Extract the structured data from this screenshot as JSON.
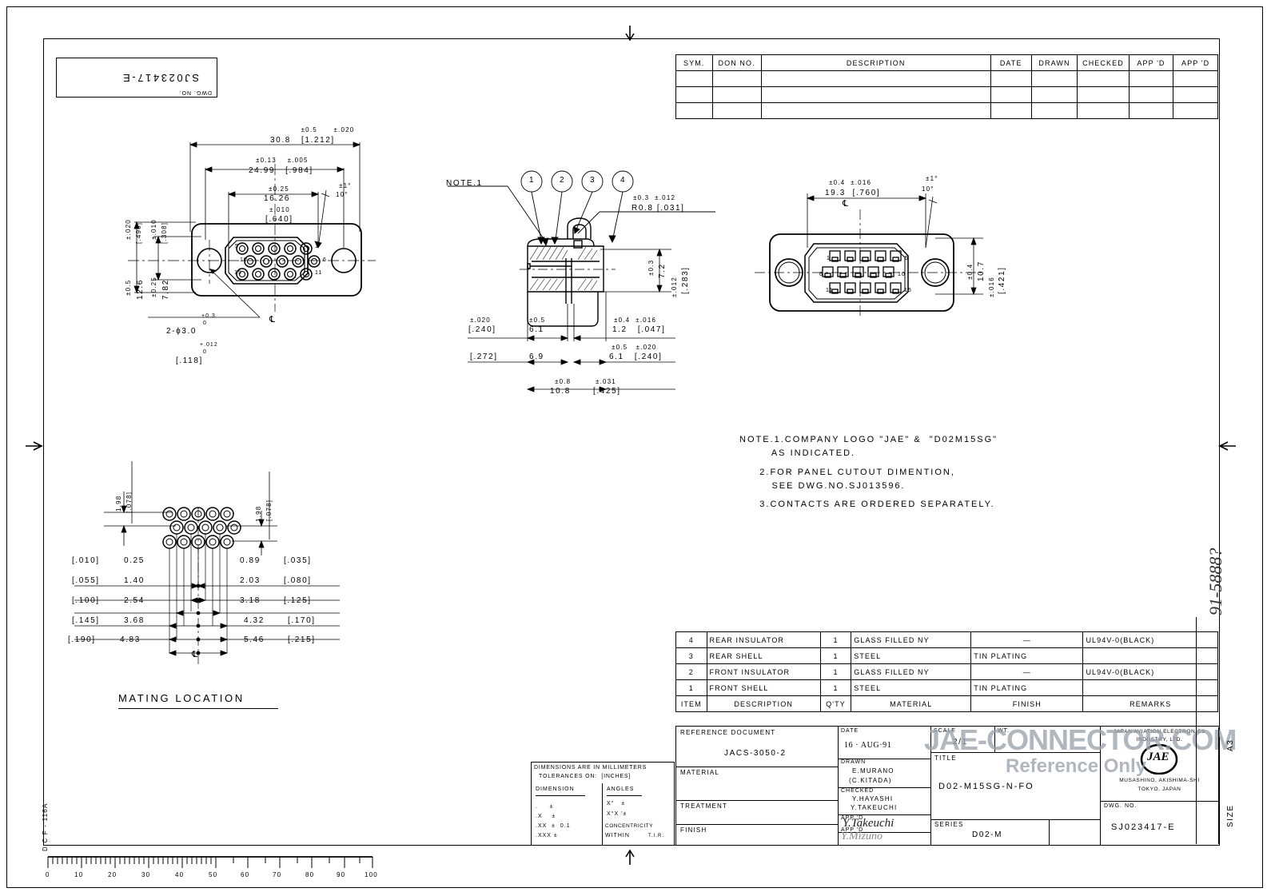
{
  "sheet": {
    "dwg_no_label": "DWG. NO.",
    "dwg_no_top": "SJ023417-E",
    "form_code": "D C F - 116A",
    "size_label": "SIZE",
    "size_value": "A3",
    "hand_note": "91-5888?"
  },
  "revision_table": {
    "headers": [
      "SYM.",
      "DON NO.",
      "DESCRIPTION",
      "DATE",
      "DRAWN",
      "CHECKED",
      "APP 'D",
      "APP 'D"
    ],
    "rows": [
      [
        "",
        "",
        "",
        "",
        "",
        "",
        "",
        ""
      ],
      [
        "",
        "",
        "",
        "",
        "",
        "",
        "",
        ""
      ],
      [
        "",
        "",
        "",
        "",
        "",
        "",
        "",
        ""
      ]
    ]
  },
  "front_view": {
    "dim_overall_tol": "±0.5      ±.020",
    "dim_overall": "30.8   [1.212]",
    "dim_mount_tol": "±0.13    ±.005",
    "dim_mount": "24.99   [.984]",
    "dim_inner_tol": "±0.25",
    "dim_inner": "16.26",
    "dim_inner_tol2": "±.010",
    "dim_inner_in": "[.640]",
    "angle_tol": "±1°",
    "angle": "10°",
    "dim_h1_tol": "±.020",
    "dim_h1_in": "[.496]",
    "dim_h1_tol2": "±0.5",
    "dim_h1": "12.6",
    "dim_h2_tol": "±.010",
    "dim_h2_in": "[.308]",
    "dim_h2_tol2": "±0.25",
    "dim_h2": "7.82",
    "hole_tol_up": "+0.3",
    "hole_tol_dn": "0",
    "hole_call": "2-ϕ3.0",
    "hole_tol_up_in": "+.012",
    "hole_tol_dn_in": "0",
    "hole_in": "[.118]",
    "centerline": "℄",
    "pin_numbers": [
      "5",
      "1",
      "10",
      "6",
      "15",
      "11"
    ]
  },
  "section_view": {
    "note_ref": "NOTE.1",
    "balloons": [
      "1",
      "2",
      "3",
      "4"
    ],
    "radius_tol": "±0.3  ±.012",
    "radius": "R0.8 [.031]",
    "dim_v_tol": "±0.3",
    "dim_v": "7.2",
    "dim_v_tol_in": "±.012",
    "dim_v_in": "[.283]",
    "d1_in_tol": "±.020",
    "d1_in": "[.240]",
    "d1_tol": "±0.5",
    "d1": "6.1",
    "d2_tol": "±0.4  ±.016",
    "d2": "1.2   [.047]",
    "d3_in": "[.272]",
    "d3": "6.9",
    "d4_tol": "±0.5   ±.020",
    "d4": "6.1   [.240]",
    "d5_tol": "±0.8",
    "d5": "10.8",
    "d5_tol_in": "±.031",
    "d5_in": "[.425]"
  },
  "rear_view": {
    "dim_w_tol": "±0.4  ±.016",
    "dim_w": "19.3  [.760]",
    "angle_tol": "±1°",
    "angle": "10°",
    "dim_h_tol": "±0.4",
    "dim_h": "10.7",
    "dim_h_tol_in": "±.016",
    "dim_h_in": "[.421]",
    "centerline": "℄",
    "pin_numbers": [
      "1",
      "5",
      "6",
      "10",
      "11",
      "15"
    ]
  },
  "mating_location": {
    "title": "MATING LOCATION",
    "pitch_tol_left": "1.98",
    "pitch_in_left": "[.078]",
    "pitch_tol_right": "1.98",
    "pitch_in_right": "[.078]",
    "centerline": "℄",
    "rows": [
      {
        "left_in": "[.010]",
        "left_mm": "0.25",
        "right_mm": "0.89",
        "right_in": "[.035]"
      },
      {
        "left_in": "[.055]",
        "left_mm": "1.40",
        "right_mm": "2.03",
        "right_in": "[.080]"
      },
      {
        "left_in": "[.100]",
        "left_mm": "2.54",
        "right_mm": "3.18",
        "right_in": "[.125]"
      },
      {
        "left_in": "[.145]",
        "left_mm": "3.68",
        "right_mm": "4.32",
        "right_in": "[.170]"
      },
      {
        "left_in": "[.190]",
        "left_mm": "4.83",
        "right_mm": "5.46",
        "right_in": "[.215]"
      }
    ]
  },
  "notes": {
    "lines": [
      "NOTE.1.COMPANY LOGO \"JAE\" &  \"D02M15SG\"",
      "        AS INDICATED.",
      "     2.FOR PANEL CUTOUT DIMENTION,",
      "        SEE DWG.NO.SJ013596.",
      "     3.CONTACTS ARE ORDERED SEPARATELY."
    ]
  },
  "bom": {
    "headers": [
      "ITEM",
      "DESCRIPTION",
      "Q'TY",
      "MATERIAL",
      "FINISH",
      "REMARKS"
    ],
    "rows": [
      {
        "item": "4",
        "description": "REAR INSULATOR",
        "qty": "1",
        "material": "GLASS FILLED NY",
        "finish": "—",
        "remarks": "UL94V-0(BLACK)"
      },
      {
        "item": "3",
        "description": "REAR SHELL",
        "qty": "1",
        "material": "STEEL",
        "finish": "TIN PLATING",
        "remarks": ""
      },
      {
        "item": "2",
        "description": "FRONT INSULATOR",
        "qty": "1",
        "material": "GLASS FILLED NY",
        "finish": "—",
        "remarks": "UL94V-0(BLACK)"
      },
      {
        "item": "1",
        "description": "FRONT SHELL",
        "qty": "1",
        "material": "STEEL",
        "finish": "TIN PLATING",
        "remarks": ""
      }
    ]
  },
  "title_block": {
    "reference_document_label": "REFERENCE DOCUMENT",
    "reference_document_value": "JACS-3050-2",
    "material_label": "MATERIAL",
    "material_value": "",
    "treatment_label": "TREATMENT",
    "treatment_value": "",
    "finish_label": "FINISH",
    "finish_value": "",
    "date_label": "DATE",
    "date_value": "16 · AUG·91",
    "drawn_label": "DRAWN",
    "drawn_value": "E.MURANO",
    "drawn_value2": "(C.KITADA)",
    "checked_label": "CHECKED",
    "checked_value": "Y.HAYASHI",
    "checked_value2": "Y.TAKEUCHI",
    "appd_label": "APP 'D",
    "appd_value": "Y.Takeuchi",
    "appd2_label": "APP 'D",
    "appd2_value": "Y.Mizuno",
    "scale_label": "SCALE",
    "scale_value": "2/1",
    "wt_label": "WT.",
    "wt_value": "",
    "title_label": "TITLE",
    "title_value": "D02-M15SG-N-FO",
    "series_label": "SERIES",
    "series_value": "D02-M",
    "company_line1": "JAPAN AVIATION ELECTRONICS",
    "company_line2": "INDUSTRY, LTD.",
    "company_logo": "JAE",
    "company_addr1": "MUSASHINO, AKISHIMA-SHI",
    "company_addr2": "TOKYO, JAPAN",
    "dwg_no_label": "DWG. NO.",
    "dwg_no_value": "SJ023417-E"
  },
  "tolerance_block": {
    "line1": "DIMENSIONS ARE IN MILLIMETERS",
    "line2": "TOLERANCES ON:  [INCHES]",
    "dim_header": "DIMENSION",
    "angles_header": "ANGLES",
    "dim_rows": [
      ".     ±",
      ".X    ±",
      ".XX  ±  0.1",
      ".XXX ±"
    ],
    "angle_rows": [
      "X°   ±",
      "X°X '±"
    ],
    "concentricity": "CONCENTRICITY",
    "within": "WITHIN",
    "tir": "T.I.R."
  },
  "ruler": {
    "ticks": [
      "0",
      "10",
      "20",
      "30",
      "40",
      "50",
      "60",
      "70",
      "80",
      "90",
      "100"
    ]
  },
  "watermark": {
    "line1": "JAE-CONNECTOR.COM",
    "line2": "Reference Only"
  }
}
